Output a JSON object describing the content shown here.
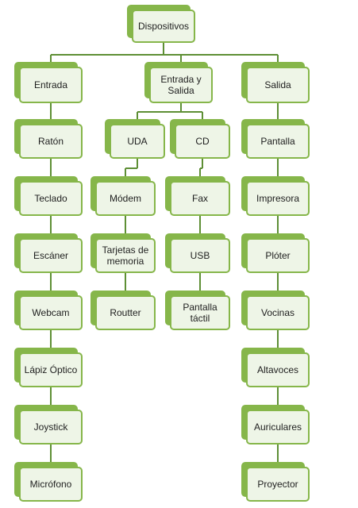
{
  "colors": {
    "accent": "#86b64a",
    "fill": "#eef5e7",
    "line": "#5e8f35"
  },
  "root": {
    "label": "Dispositivos"
  },
  "columns": [
    {
      "label": "Entrada",
      "items": [
        "Ratón",
        "Teclado",
        "Escáner",
        "Webcam",
        "Lápiz Óptico",
        "Joystick",
        "Micrófono"
      ]
    },
    {
      "label": "Entrada y\nSalida",
      "sub": [
        {
          "label": "UDA",
          "items": [
            "Módem",
            "Tarjetas de\nmemoria",
            "Routter"
          ]
        },
        {
          "label": "CD",
          "items": [
            "Fax",
            "USB",
            "Pantalla\ntáctil"
          ]
        }
      ]
    },
    {
      "label": "Salida",
      "items": [
        "Pantalla",
        "Impresora",
        "Plóter",
        "Vocinas",
        "Altavoces",
        "Auriculares",
        "Proyector"
      ]
    }
  ]
}
